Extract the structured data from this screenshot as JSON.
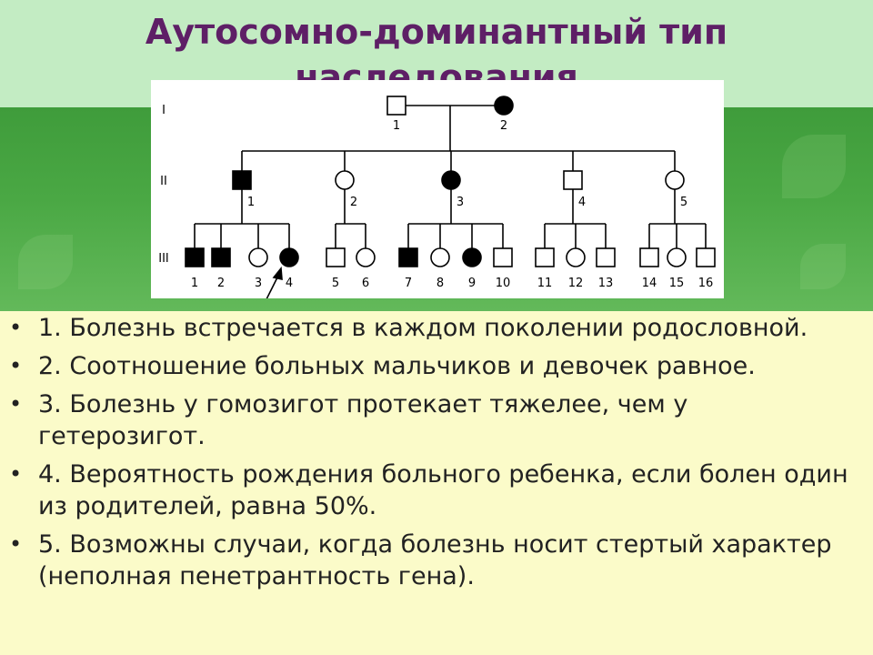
{
  "title": "Аутосомно-доминантный тип наследования",
  "pedigree": {
    "generation_labels": [
      "I",
      "II",
      "III"
    ],
    "gen1": [
      {
        "num": "1",
        "sex": "male",
        "affected": false
      },
      {
        "num": "2",
        "sex": "female",
        "affected": true
      }
    ],
    "gen2": [
      {
        "num": "1",
        "sex": "male",
        "affected": true
      },
      {
        "num": "2",
        "sex": "female",
        "affected": false
      },
      {
        "num": "3",
        "sex": "female",
        "affected": true
      },
      {
        "num": "4",
        "sex": "male",
        "affected": false
      },
      {
        "num": "5",
        "sex": "female",
        "affected": false
      }
    ],
    "gen3": [
      {
        "num": "1",
        "sex": "male",
        "affected": true
      },
      {
        "num": "2",
        "sex": "male",
        "affected": true
      },
      {
        "num": "3",
        "sex": "female",
        "affected": false
      },
      {
        "num": "4",
        "sex": "female",
        "affected": true,
        "proband": true
      },
      {
        "num": "5",
        "sex": "male",
        "affected": false
      },
      {
        "num": "6",
        "sex": "female",
        "affected": false
      },
      {
        "num": "7",
        "sex": "male",
        "affected": true
      },
      {
        "num": "8",
        "sex": "female",
        "affected": false
      },
      {
        "num": "9",
        "sex": "female",
        "affected": true
      },
      {
        "num": "10",
        "sex": "male",
        "affected": false
      },
      {
        "num": "11",
        "sex": "male",
        "affected": false
      },
      {
        "num": "12",
        "sex": "female",
        "affected": false
      },
      {
        "num": "13",
        "sex": "male",
        "affected": false
      },
      {
        "num": "14",
        "sex": "male",
        "affected": false
      },
      {
        "num": "15",
        "sex": "female",
        "affected": false
      },
      {
        "num": "16",
        "sex": "male",
        "affected": false
      }
    ]
  },
  "bullets": [
    "1. Болезнь встречается в каждом поколении родословной.",
    "2. Соотношение больных мальчиков и девочек равное.",
    "3. Болезнь у гомозигот протекает тяжелее, чем у гетерозигот.",
    "4. Вероятность рождения больного ребенка, если болен один из родителей, равна 50%.",
    "5. Возможны случаи, когда болезнь носит стертый характер (неполная пенетрантность гена)."
  ],
  "colors": {
    "title": "#5e1f66",
    "affected": "#000000",
    "unaffected": "#ffffff"
  }
}
